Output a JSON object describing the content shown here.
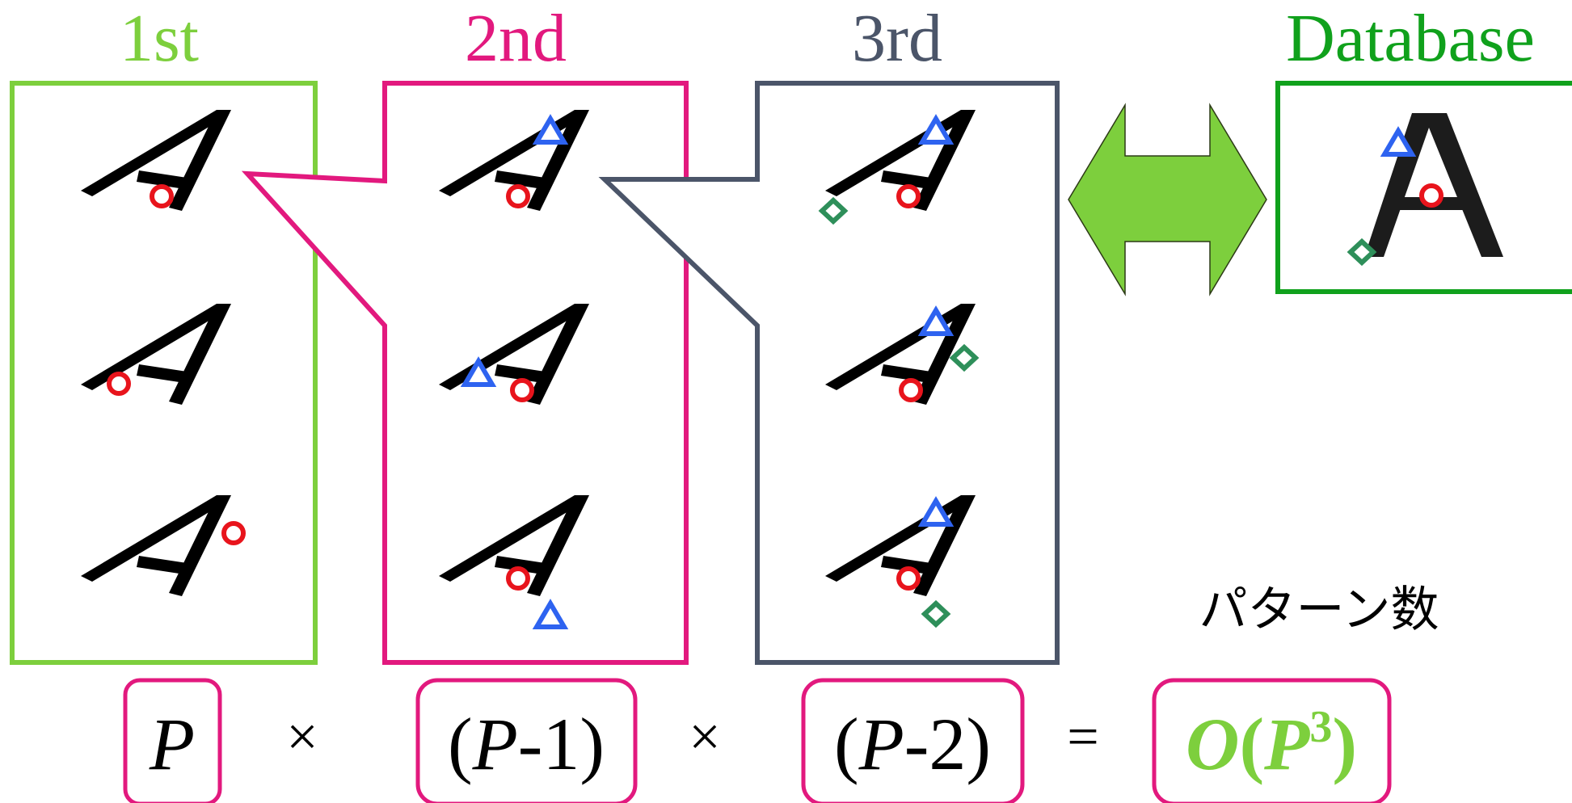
{
  "headings": {
    "first": "1st",
    "second": "2nd",
    "third": "3rd",
    "database": "Database"
  },
  "pattern_count_label": "パターン数",
  "formula": {
    "term1": {
      "var": "P",
      "rest": ""
    },
    "times1": "×",
    "term2": {
      "open": "(",
      "var": "P",
      "rest": "-1)"
    },
    "times2": "×",
    "term3": {
      "open": "(",
      "var": "P",
      "rest": "-2)"
    },
    "equals": "=",
    "result": {
      "o": "O",
      "open": "(",
      "var": "P",
      "exp": "3",
      "close": ")"
    }
  },
  "colors": {
    "first": "#7dcf3d",
    "second": "#e2197e",
    "third": "#4b5569",
    "database": "#10a11c",
    "arrow": "#7dcf3d",
    "circle_marker": "#e8141c",
    "triangle_marker": "#2e63f0",
    "diamond_marker": "#2e8f5a",
    "glyph": "#000000"
  },
  "glyph_letter": "A",
  "marker_types": [
    "circle",
    "triangle",
    "diamond"
  ]
}
